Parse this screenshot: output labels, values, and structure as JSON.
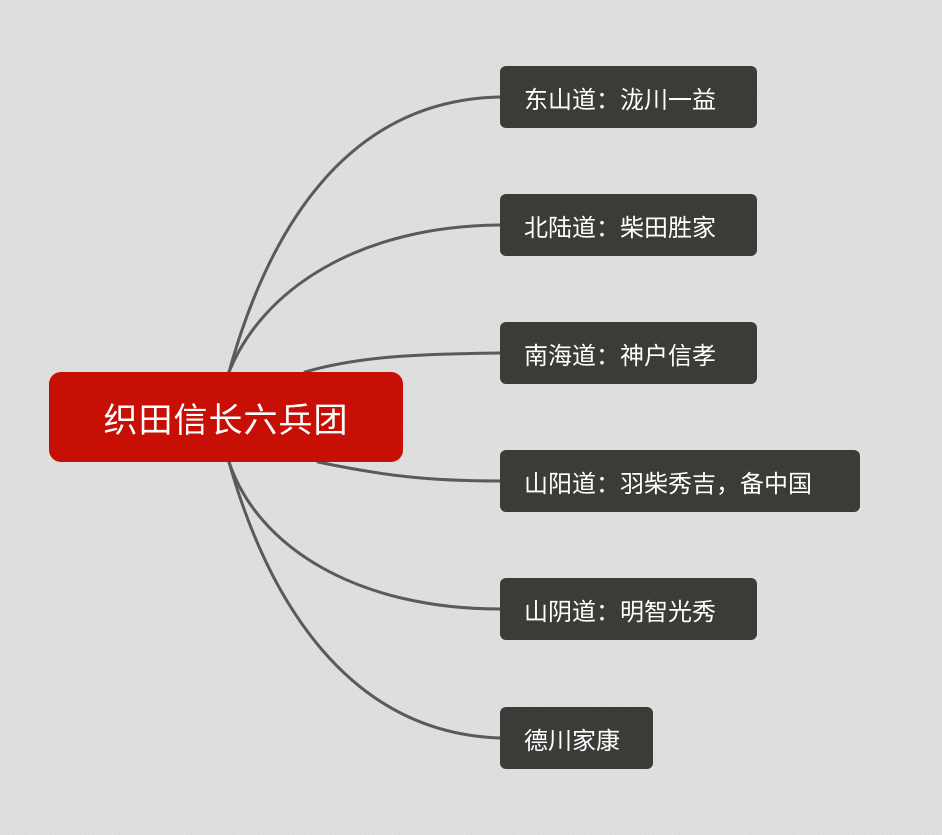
{
  "mindmap": {
    "root": {
      "label": "织田信长六兵团",
      "color": "#c80f05"
    },
    "branches": [
      {
        "label": "东山道：泷川一益"
      },
      {
        "label": "北陆道：柴田胜家"
      },
      {
        "label": "南海道：神户信孝"
      },
      {
        "label": "山阳道：羽柴秀吉，备中国"
      },
      {
        "label": "山阴道：明智光秀"
      },
      {
        "label": "德川家康"
      }
    ],
    "branch_color": "#3b3b38",
    "connector_color": "#5a5a5a"
  }
}
